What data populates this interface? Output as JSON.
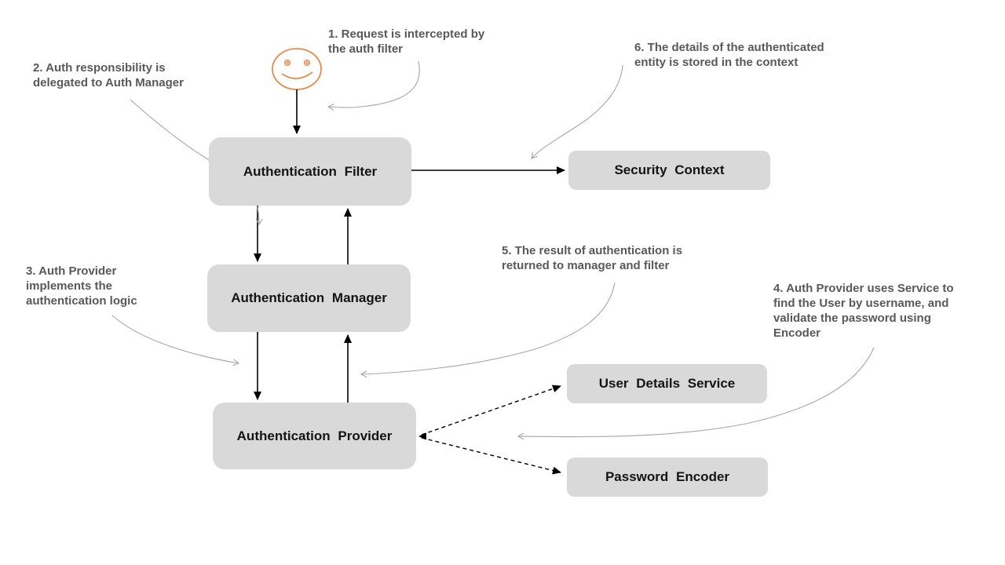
{
  "nodes": {
    "auth_filter": "Authentication Filter",
    "security_context": "Security Context",
    "auth_manager": "Authentication Manager",
    "auth_provider": "Authentication Provider",
    "user_details_service": "User Details Service",
    "password_encoder": "Password Encoder"
  },
  "annotations": {
    "step1": "1. Request is intercepted by\nthe auth filter",
    "step2": "2. Auth responsibility is\ndelegated to Auth Manager",
    "step3": "3. Auth Provider\nimplements the\nauthentication logic",
    "step4": "4. Auth Provider uses Service to\nfind the User by username, and\nvalidate the password using\nEncoder",
    "step5": "5. The result of authentication is\nreturned to manager and filter",
    "step6": "6. The details of the authenticated\nentity is stored in the context"
  },
  "icons": {
    "user": "smiley-face-icon"
  },
  "colors": {
    "background": "#ffffff",
    "node-fill": "#d9d9d9",
    "node-text": "#141414",
    "annotation-text": "#595959",
    "arrow": "#000000",
    "annotation-arrow": "#a6a6a6",
    "user-icon": "#ED7D31",
    "user-icon-eye": "#eab28c"
  }
}
